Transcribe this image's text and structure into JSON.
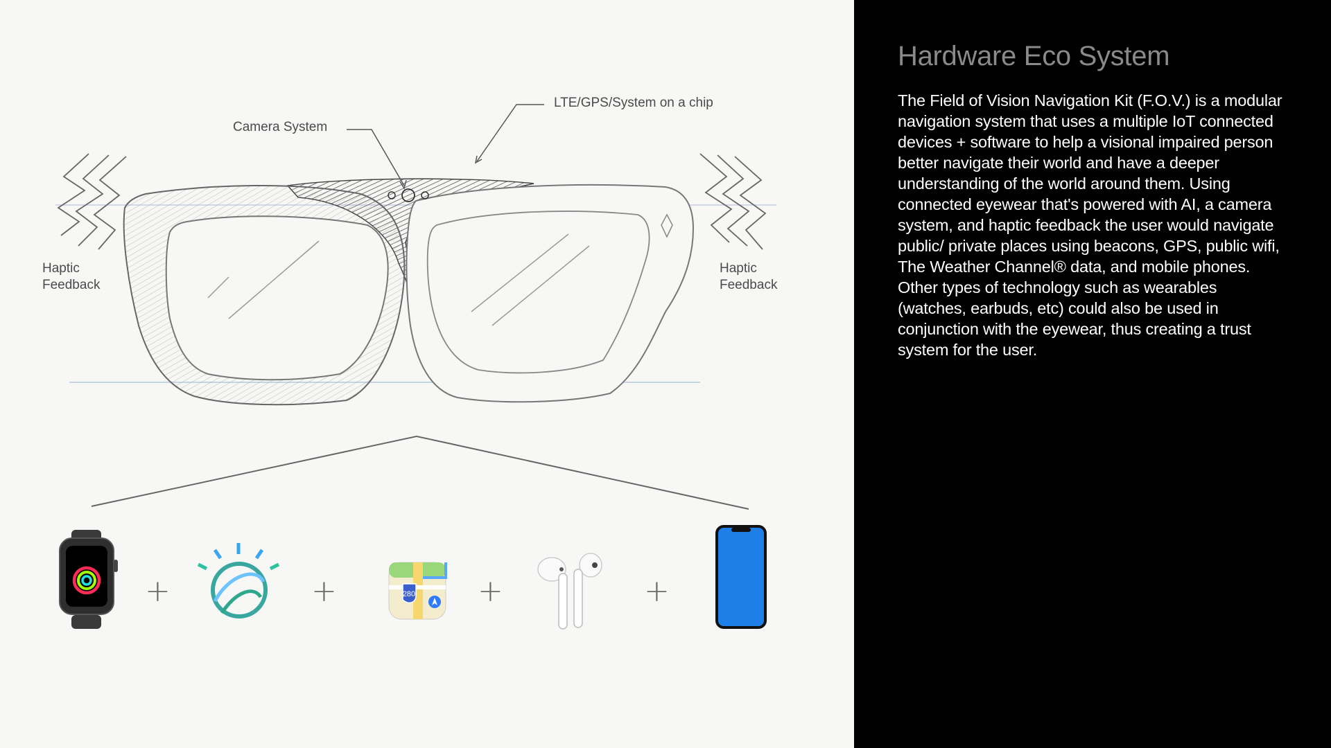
{
  "diagram": {
    "labels": {
      "camera_system": "Camera System",
      "lte_gps": "LTE/GPS/System on a chip",
      "haptic_left": "Haptic\nFeedback",
      "haptic_right": "Haptic\nFeedback"
    },
    "devices": [
      {
        "name": "smartwatch",
        "icon": "smartwatch-icon"
      },
      {
        "name": "ai-sphere",
        "icon": "ai-sphere-icon"
      },
      {
        "name": "maps-app",
        "icon": "maps-app-icon",
        "shield_number": "280"
      },
      {
        "name": "earbuds",
        "icon": "earbuds-icon"
      },
      {
        "name": "smartphone",
        "icon": "smartphone-icon"
      }
    ],
    "connector": "+"
  },
  "panel": {
    "title": "Hardware Eco System",
    "body": "The Field of Vision Navigation Kit (F.O.V.) is a modular navigation system that uses a multiple IoT connected devices + software to help a visional impaired person better navigate their world and have a deeper understanding of the world around them. Using connected eyewear that's powered with AI, a camera system, and haptic feedback the user would navigate public/ private places using beacons, GPS, public wifi, The Weather Channel® data, and mobile phones. Other types of technology such as wearables (watches, earbuds, etc) could also be used in conjunction with the eyewear, thus creating a trust system for the user."
  },
  "colors": {
    "left_background": "#f7f7f5",
    "right_background": "#000000",
    "title_gray": "#8a8a8a",
    "body_white": "#ffffff",
    "phone_blue": "#1f7fe8",
    "sketch_gray": "#666666"
  }
}
